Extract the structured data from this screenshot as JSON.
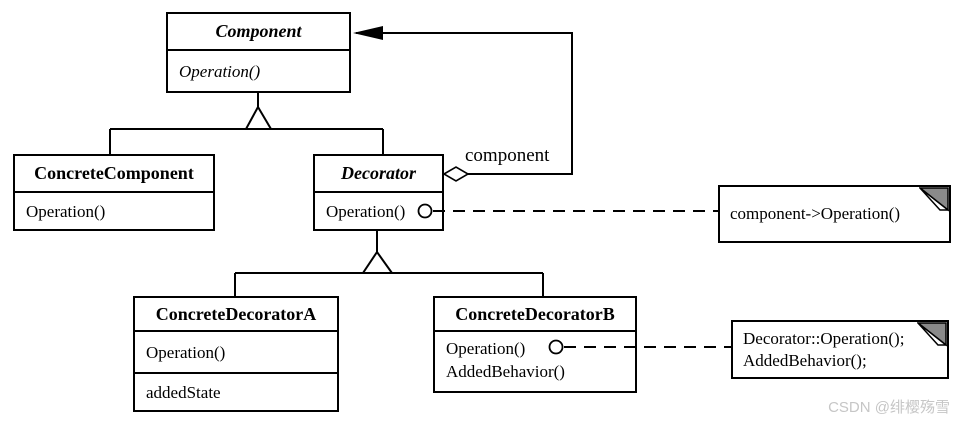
{
  "classes": {
    "component": {
      "name": "Component",
      "methods": [
        "Operation()"
      ]
    },
    "concrete_component": {
      "name": "ConcreteComponent",
      "methods": [
        "Operation()"
      ]
    },
    "decorator": {
      "name": "Decorator",
      "methods": [
        "Operation()"
      ]
    },
    "concrete_decorator_a": {
      "name": "ConcreteDecoratorA",
      "methods": [
        "Operation()"
      ],
      "attributes": [
        "addedState"
      ]
    },
    "concrete_decorator_b": {
      "name": "ConcreteDecoratorB",
      "methods": [
        "Operation()",
        "AddedBehavior()"
      ]
    }
  },
  "relations": {
    "aggregation_label": "component"
  },
  "notes": {
    "note1": {
      "text": "component->Operation()"
    },
    "note2": {
      "lines": [
        "Decorator::Operation();",
        "AddedBehavior();"
      ]
    }
  },
  "watermark": "CSDN @绯樱殇雪",
  "colors": {
    "line": "#000000",
    "background": "#ffffff",
    "note_fold": "#8a8a8a",
    "watermark": "#c6c6c6"
  }
}
